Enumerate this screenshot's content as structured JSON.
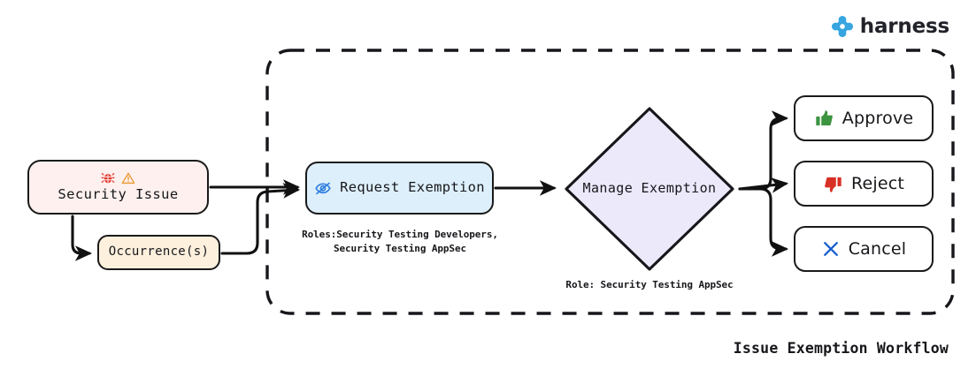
{
  "brand": {
    "name": "harness",
    "logo_icon": "harness-clover-diamond-icon",
    "color": "#36A5E0"
  },
  "diagram": {
    "caption": "Issue Exemption Workflow",
    "container": {
      "name": "exemption-scope-boundary",
      "style": "dashed",
      "color": "#1a1a1a"
    },
    "nodes": [
      {
        "id": "security-issue",
        "label": "Security Issue",
        "icons": [
          "bug-icon",
          "warning-triangle-icon"
        ],
        "fill": "#fdf0ee",
        "stroke": "#1a1a1a",
        "shape": "rounded-rect"
      },
      {
        "id": "occurrences",
        "label": "Occurrence(s)",
        "icons": [],
        "fill": "#fdf0dd",
        "stroke": "#1a1a1a",
        "shape": "rounded-rect"
      },
      {
        "id": "request-exemption",
        "label": "Request Exemption",
        "icons": [
          "eye-off-icon"
        ],
        "fill": "#ddeffb",
        "stroke": "#1a1a1a",
        "shape": "rounded-rect"
      },
      {
        "id": "manage-exemption",
        "label": "Manage\nExemption",
        "icons": [],
        "fill": "#ece9fb",
        "stroke": "#1a1a1a",
        "shape": "diamond"
      },
      {
        "id": "approve",
        "label": "Approve",
        "icons": [
          "thumbs-up-icon"
        ],
        "icon_color": "#3c9440",
        "fill": "#ffffff",
        "stroke": "#1a1a1a",
        "shape": "rounded-rect"
      },
      {
        "id": "reject",
        "label": "Reject",
        "icons": [
          "thumbs-down-icon"
        ],
        "icon_color": "#d93025",
        "fill": "#ffffff",
        "stroke": "#1a1a1a",
        "shape": "rounded-rect"
      },
      {
        "id": "cancel",
        "label": "Cancel",
        "icons": [
          "close-x-icon"
        ],
        "icon_color": "#1a5fd0",
        "fill": "#ffffff",
        "stroke": "#1a1a1a",
        "shape": "rounded-rect"
      }
    ],
    "annotations": [
      {
        "id": "request-roles",
        "text": "Roles:Security Testing Developers,\nSecurity Testing AppSec"
      },
      {
        "id": "manage-role",
        "text": "Role: Security Testing AppSec"
      }
    ],
    "edges": [
      {
        "from": "security-issue",
        "to": "occurrences"
      },
      {
        "from": "security-issue",
        "to": "request-exemption"
      },
      {
        "from": "occurrences",
        "to": "request-exemption"
      },
      {
        "from": "request-exemption",
        "to": "manage-exemption"
      },
      {
        "from": "manage-exemption",
        "to": "approve"
      },
      {
        "from": "manage-exemption",
        "to": "reject"
      },
      {
        "from": "manage-exemption",
        "to": "cancel"
      }
    ]
  }
}
